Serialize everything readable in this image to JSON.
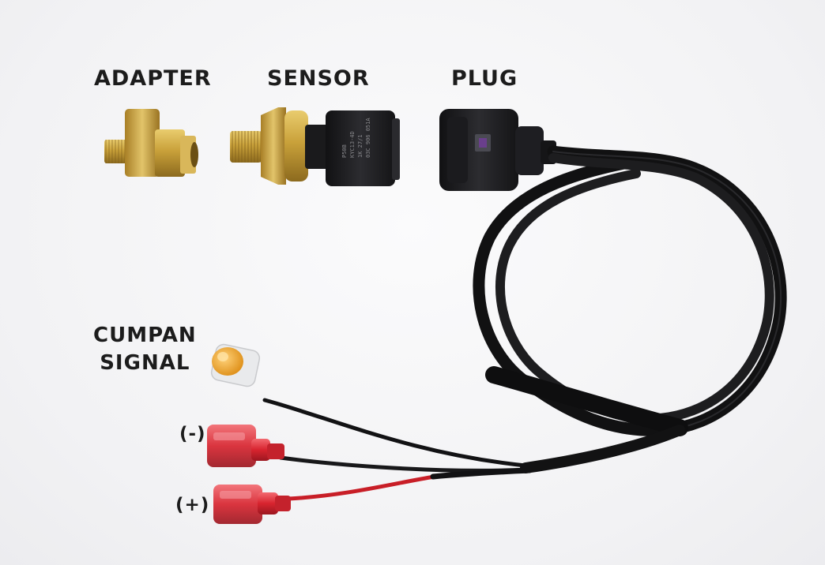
{
  "labels": {
    "adapter": "ADAPTER",
    "sensor": "SENSOR",
    "plug": "PLUG",
    "cumpan_line1": "CUMPAN",
    "cumpan_line2": "SIGNAL",
    "negative": "(-)",
    "positive": "(+)"
  },
  "sensor_markings": [
    "03C 906 051A",
    "1K 27/1",
    "KYC13-4D",
    "P50B"
  ],
  "colors": {
    "background": "#f4f4f6",
    "brass": "#c9a13a",
    "connector": "#1e1e20",
    "cable": "#151516",
    "terminal_red": "#d8242f",
    "splice_orange": "#e8a030"
  }
}
